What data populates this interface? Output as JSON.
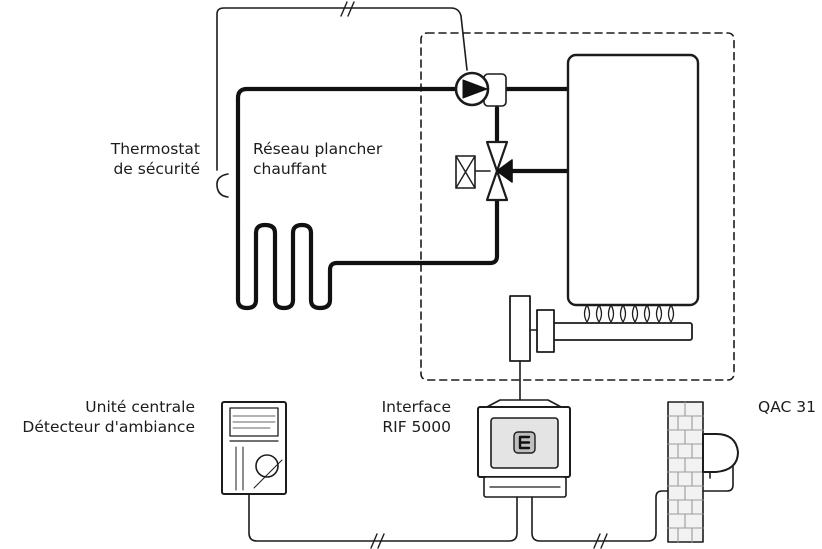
{
  "labels": {
    "thermostat": [
      "Thermostat",
      "de sécurité"
    ],
    "reseau": [
      "Réseau plancher",
      "chauffant"
    ],
    "unite": [
      "Unité centrale",
      "Détecteur d'ambiance"
    ],
    "interface": [
      "Interface",
      "RIF 5000"
    ],
    "qac": "QAC 31"
  },
  "colors": {
    "ink": "#1c1c1c",
    "pipe": "#111111",
    "brick": "#bdbdbd"
  }
}
